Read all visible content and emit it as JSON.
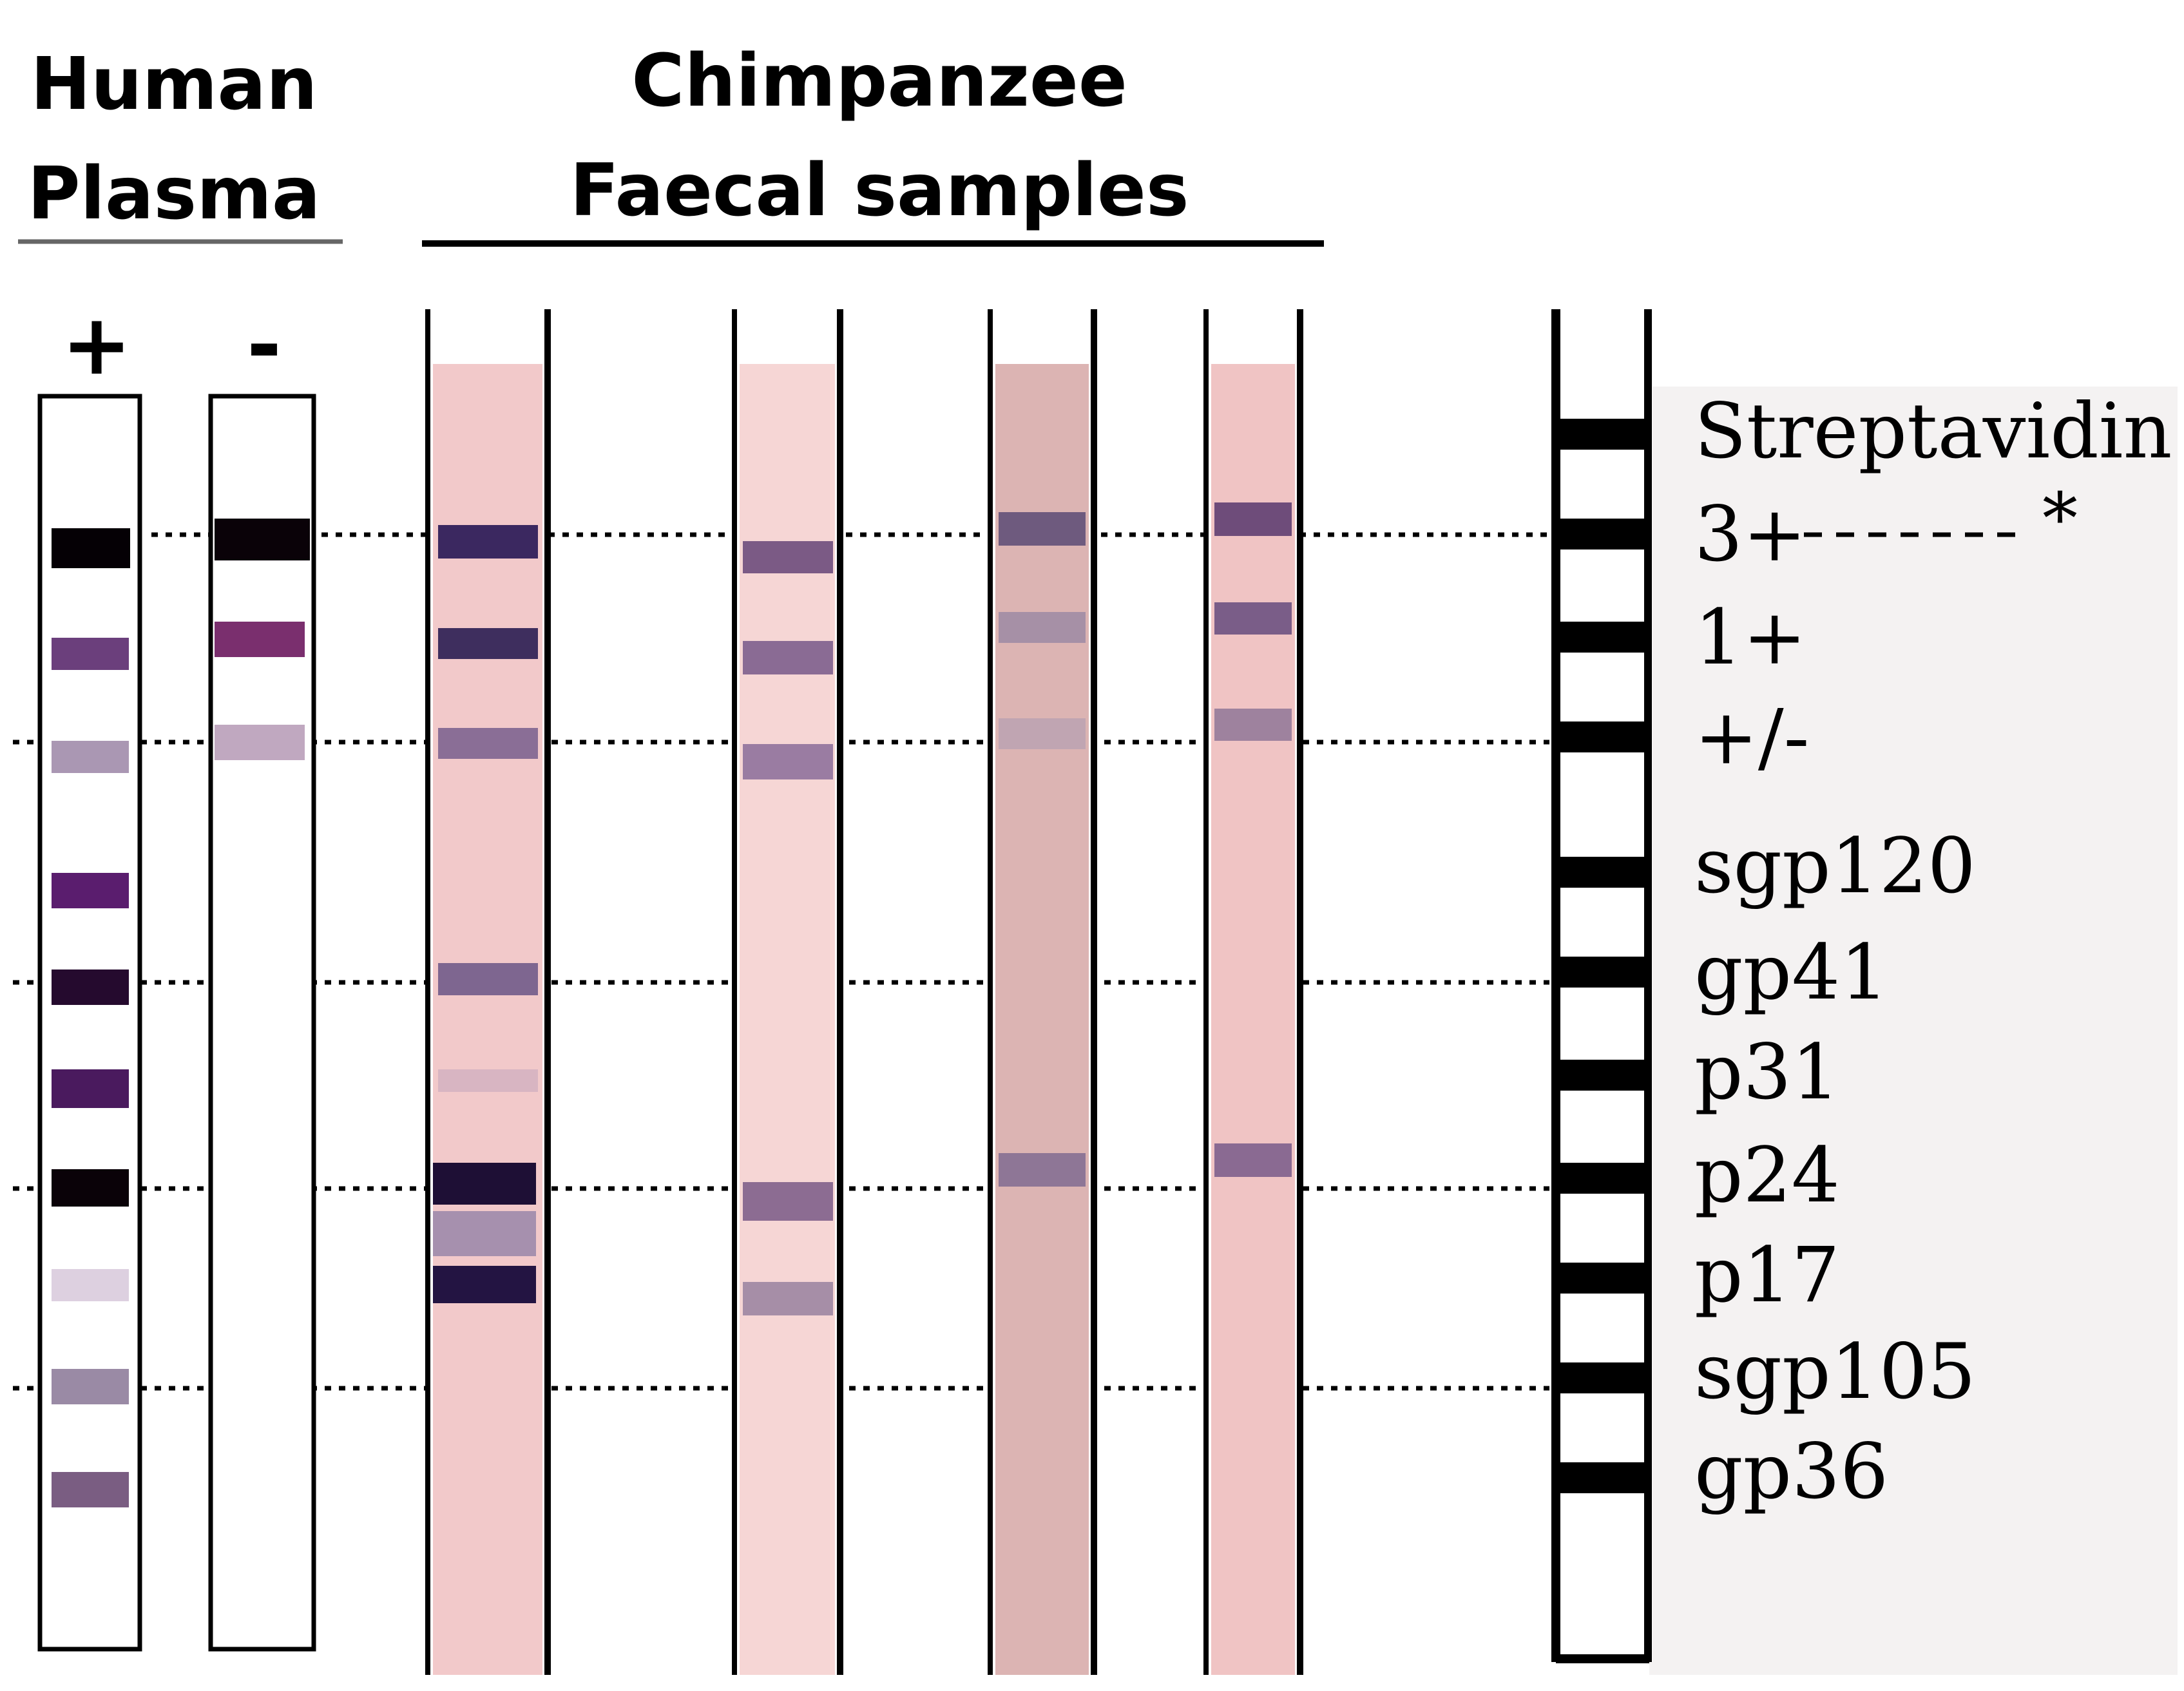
{
  "headers": {
    "human_line1": "Human",
    "human_line2": "Plasma",
    "chimp_line1": "Chimpanzee",
    "chimp_line2": "Faecal samples"
  },
  "controls": {
    "positive": "+",
    "negative": "-"
  },
  "bands": [
    {
      "label": "Streptavidin"
    },
    {
      "label": "3+",
      "marker": "*"
    },
    {
      "label": "1+"
    },
    {
      "label": "+/-"
    },
    {
      "label": "sgp120"
    },
    {
      "label": "gp41"
    },
    {
      "label": "p31"
    },
    {
      "label": "p24"
    },
    {
      "label": "p17"
    },
    {
      "label": "sgp105"
    },
    {
      "label": "gp36"
    }
  ],
  "colors": {
    "strip_pink": "#f3c5c8",
    "strip_tan": "#dbb5b3",
    "band_dark": "#1a0b2a",
    "band_purple": "#5a2e72",
    "band_light": "#a58cae"
  }
}
